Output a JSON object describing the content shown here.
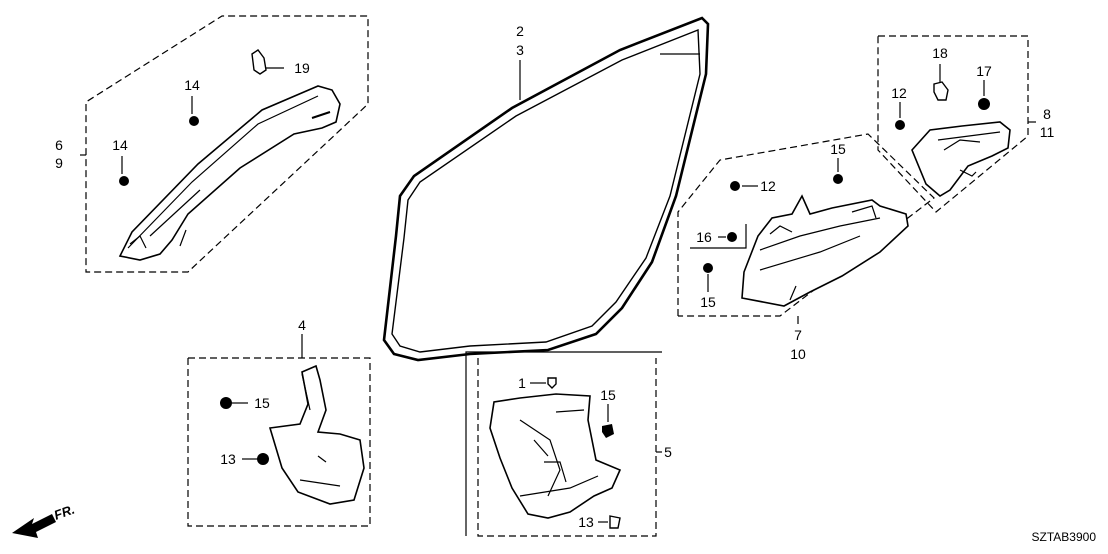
{
  "diagram": {
    "code": "SZTAB3900",
    "front_label": "FR.",
    "callouts": {
      "a_pillar": {
        "upper": "6",
        "lower": "9"
      },
      "a_pillar_clip_upper": "14",
      "a_pillar_clip_lower": "14",
      "a_pillar_clip_19": "19",
      "weatherstrip": {
        "upper": "2",
        "lower": "3"
      },
      "c_pillar": {
        "upper": "8",
        "lower": "11"
      },
      "c_pillar_clip_18": "18",
      "c_pillar_clip_17": "17",
      "c_pillar_clip_12": "12",
      "b_pillar": {
        "upper": "7",
        "lower": "10"
      },
      "b_pillar_clip_15_top": "15",
      "b_pillar_clip_12": "12",
      "b_pillar_clip_16": "16",
      "b_pillar_clip_15_bottom": "15",
      "kick_panel_front": "4",
      "kick_clip_15": "15",
      "kick_clip_13": "13",
      "kick_panel_rear": "5",
      "rear_clip_1": "1",
      "rear_clip_15": "15",
      "rear_clip_13": "13"
    }
  }
}
